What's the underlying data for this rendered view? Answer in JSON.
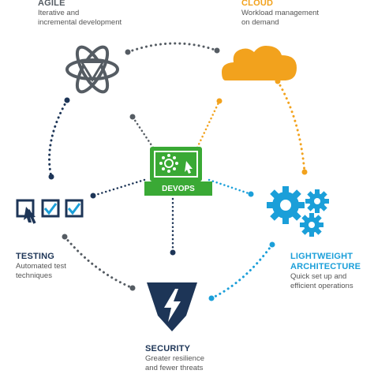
{
  "colors": {
    "gray": "#555c63",
    "orange": "#f2a21d",
    "cyan": "#1b9fd9",
    "navy": "#1d3557",
    "green": "#3aa935",
    "dark": "#333333"
  },
  "nodes": {
    "agile": {
      "title": "AGILE",
      "line1": "Iterative and",
      "line2": "incremental development",
      "icon": "atom-cycle-icon"
    },
    "cloud": {
      "title": "CLOUD",
      "line1": "Workload management",
      "line2": "on demand",
      "icon": "cloud-icon"
    },
    "testing": {
      "title": "TESTING",
      "line1": "Automated test",
      "line2": "techniques",
      "icon": "checkbox-icon"
    },
    "light": {
      "title1": "LIGHTWEIGHT",
      "title2": "ARCHITECTURE",
      "line1": "Quick set up and",
      "line2": "efficient operations",
      "icon": "gears-icon"
    },
    "security": {
      "title": "SECURITY",
      "line1": "Greater resilience",
      "line2": "and fewer threats",
      "icon": "shield-bolt-icon"
    },
    "devops": {
      "title": "DEVOPS",
      "icon": "monitor-network-icon"
    }
  }
}
